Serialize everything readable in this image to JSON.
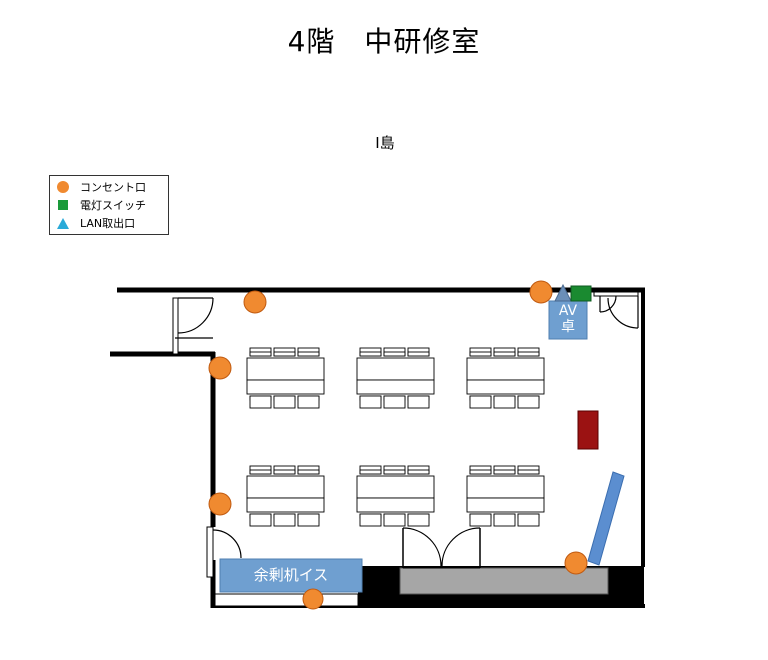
{
  "title": "4階　中研修室",
  "subtitle": "I島",
  "legend": {
    "items": [
      {
        "label": "コンセント口",
        "symbol": "outlet-icon",
        "color": "#f08a30"
      },
      {
        "label": "電灯スイッチ",
        "symbol": "light-switch-icon",
        "color": "#1a9a3a"
      },
      {
        "label": "LAN取出口",
        "symbol": "lan-port-icon",
        "color": "#2aaad8"
      }
    ]
  },
  "labels": {
    "av_line1": "AV",
    "av_line2": "卓",
    "spare": "余剰机イス"
  },
  "colors": {
    "outlet": "#f08a30",
    "switch": "#1a9a3a",
    "lan": "#2aaad8",
    "av_desk": "#6f9fd0",
    "spare_desks": "#6f9fd0",
    "red_box": "#9b1212",
    "gray_platform": "#a6a6a6",
    "blue_board": "#5b8ed0"
  }
}
